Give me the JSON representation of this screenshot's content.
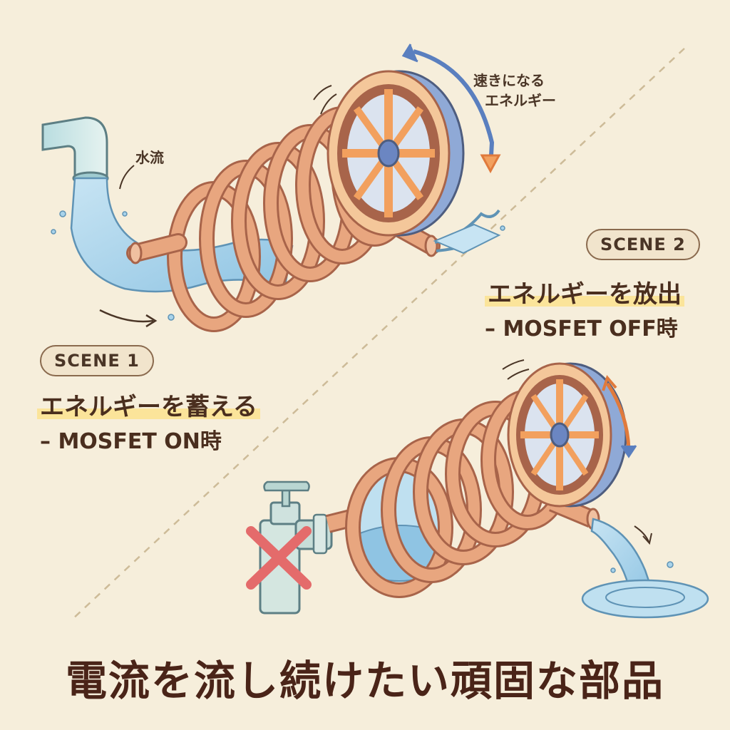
{
  "scene1": {
    "pill": "SCENE 1",
    "title": "エネルギーを蓄える",
    "subtitle": "– MOSFET ON時",
    "water_label": "水流"
  },
  "scene2": {
    "pill": "SCENE 2",
    "title": "エネルギーを放出",
    "subtitle": "– MOSFET OFF時",
    "wheel_label_line1": "速きになる",
    "wheel_label_line2": "エネルギー"
  },
  "caption": "電流を流し続けたい頑固な部品",
  "colors": {
    "background": "#f6eedb",
    "copper_tube": "#e8a67f",
    "copper_outline": "#a8644a",
    "water": "#a9d3ea",
    "wheel_orange": "#f2a05e",
    "wheel_blue": "#8fa9d6",
    "cross_red": "#e46b6b",
    "highlight": "#fbe49a"
  },
  "icons": [
    "faucet-pipe-icon",
    "copper-coil-icon",
    "water-wheel-icon",
    "closed-tap-icon",
    "red-cross-icon",
    "water-splash-icon"
  ]
}
